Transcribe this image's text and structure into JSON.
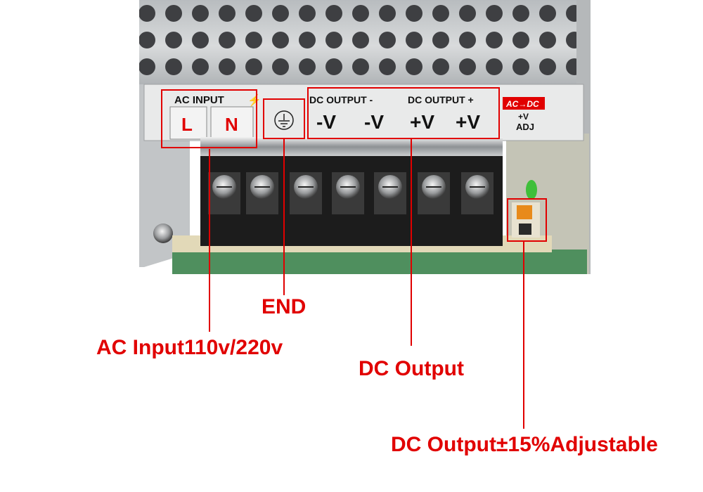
{
  "panel": {
    "ac_input": "AC INPUT",
    "dc_output_minus": "DC OUTPUT -",
    "dc_output_plus": "DC OUTPUT +",
    "terminals": [
      "L",
      "N",
      "-V",
      "-V",
      "+V",
      "+V"
    ],
    "ac_dc_badge": "AC→DC",
    "adj_top": "+V",
    "adj_bottom": "ADJ"
  },
  "callouts": {
    "end": "END",
    "ac_input": "AC Input110v/220v",
    "dc_output": "DC Output",
    "dc_adjustable": "DC Output±15%Adjustable"
  },
  "colors": {
    "annotation_red": "#e10000",
    "chassis_silver": "#c9cbcc",
    "terminal_block": "#1c1c1c",
    "pcb_green": "#4f8f5e"
  }
}
